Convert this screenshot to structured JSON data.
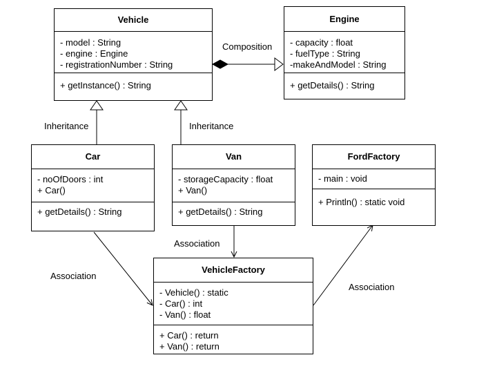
{
  "classes": {
    "vehicle": {
      "name": "Vehicle",
      "attributes": [
        "- model : String",
        "- engine : Engine",
        "- registrationNumber : String"
      ],
      "methods": [
        "+ getInstance() : String"
      ]
    },
    "engine": {
      "name": "Engine",
      "attributes": [
        "- capacity : float",
        "- fuelType : String",
        "-makeAndModel : String"
      ],
      "methods": [
        "+ getDetails() : String"
      ]
    },
    "car": {
      "name": "Car",
      "attributes": [
        "- noOfDoors : int",
        "+ Car()"
      ],
      "methods": [
        "+ getDetails() : String"
      ]
    },
    "van": {
      "name": "Van",
      "attributes": [
        "- storageCapacity : float",
        "+ Van()"
      ],
      "methods": [
        "+ getDetails() : String"
      ]
    },
    "fordfactory": {
      "name": "FordFactory",
      "attributes": [
        "- main : void"
      ],
      "methods": [
        "+ Println() : static void"
      ]
    },
    "vehiclefactory": {
      "name": "VehicleFactory",
      "attributes": [
        "- Vehicle() : static",
        "- Car() : int",
        "- Van() : float"
      ],
      "methods": [
        "+ Car() : return",
        "+ Van() : return"
      ]
    }
  },
  "labels": {
    "composition": "Composition",
    "inheritance_car": "Inheritance",
    "inheritance_van": "Inheritance",
    "association_car": "Association",
    "association_van": "Association",
    "association_ford": "Association"
  }
}
